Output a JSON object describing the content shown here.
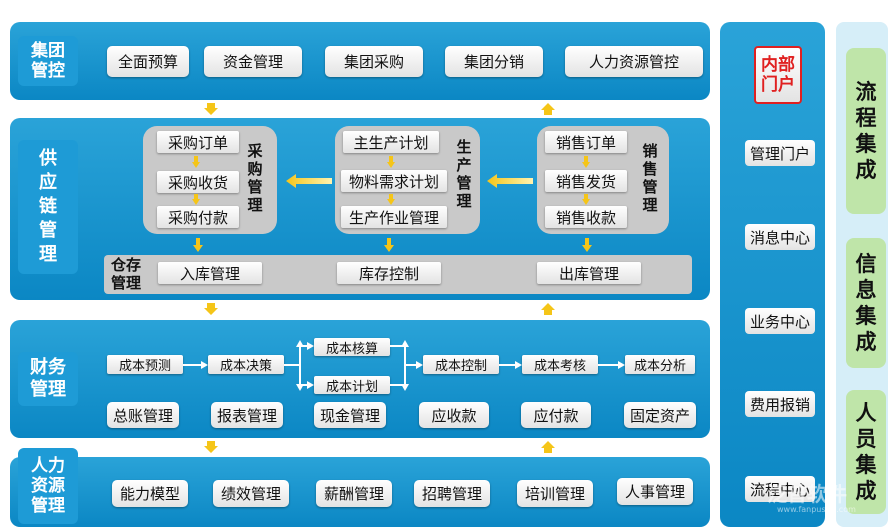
{
  "group_control": {
    "label": "集团管控",
    "items": [
      "全面预算",
      "资金管理",
      "集团采购",
      "集团分销",
      "人力资源管控"
    ]
  },
  "supply_chain": {
    "label": "供应链管理",
    "purchase": {
      "label": "采购管理",
      "items": [
        "采购订单",
        "采购收货",
        "采购付款"
      ]
    },
    "production": {
      "label": "生产管理",
      "items": [
        "主生产计划",
        "物料需求计划",
        "生产作业管理"
      ]
    },
    "sales": {
      "label": "销售管理",
      "items": [
        "销售订单",
        "销售发货",
        "销售收款"
      ]
    },
    "warehouse": {
      "label": "仓存管理",
      "items": [
        "入库管理",
        "库存控制",
        "出库管理"
      ]
    }
  },
  "finance": {
    "label": "财务管理",
    "flow": [
      "成本预测",
      "成本决策",
      "成本核算",
      "成本计划",
      "成本控制",
      "成本考核",
      "成本分析"
    ],
    "items": [
      "总账管理",
      "报表管理",
      "现金管理",
      "应收款",
      "应付款",
      "固定资产"
    ]
  },
  "hr": {
    "label": "人力资源管理",
    "items": [
      "能力模型",
      "绩效管理",
      "薪酬管理",
      "招聘管理",
      "培训管理",
      "人事管理"
    ]
  },
  "portal": {
    "title": "内部门户",
    "items": [
      "管理门户",
      "消息中心",
      "业务中心",
      "费用报销",
      "流程中心"
    ]
  },
  "integration": [
    "流程集成",
    "信息集成",
    "人员集成"
  ],
  "watermark": {
    "brand": "泛普软件",
    "url": "www.fanpusoft.com"
  },
  "colors": {
    "panel_blue": "#0b87c4",
    "arrow_yellow": "#f5c518",
    "green": "#bfe5a9",
    "portal_red": "#e02020"
  }
}
